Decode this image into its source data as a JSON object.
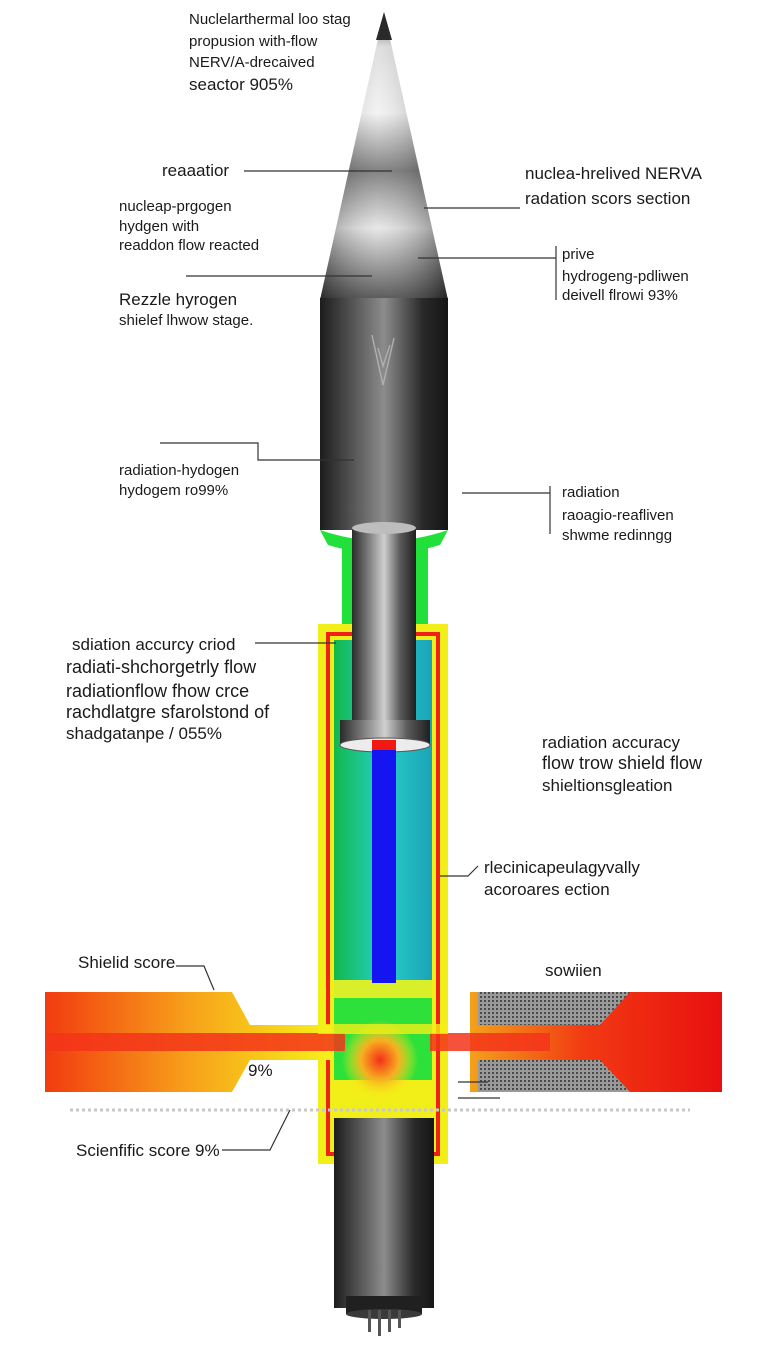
{
  "title_block": [
    "Nuclelarthermal loo stag",
    "propusion with-flow",
    "NERV/A-drecaived",
    "seactor   905%"
  ],
  "left_labels": {
    "reaaatior": "reaaatior",
    "nuclear_block": [
      "nucleap-prgogen",
      "hydgen with",
      "readdon flow reacted"
    ],
    "rezzle_block": [
      "Rezzle hyrogen",
      "shielef lhwow stage."
    ],
    "radiation_hydrogen": [
      "radiation-hydogen",
      "hydogem ro99%"
    ],
    "accuracy_block": [
      "sdiation accurcy criod",
      "radiati-shchorgetrly flow",
      "radiationflow fhow crce",
      "rachdlatgre sfarolstond of",
      "shadgatanpe / 055%"
    ],
    "shield_score": "Shielid score",
    "percent": "9%",
    "scientific_score": "Scienfific score 9%"
  },
  "right_labels": {
    "nerva_block": [
      "nuclea-hrelived NERVA",
      "radation scors section"
    ],
    "prive_block": [
      "prive",
      "hydrogeng-pdliwen",
      "deivell flrowi 93%"
    ],
    "radiation_block": [
      "radiation",
      "raoagio-reafliven",
      "shwme redinngg"
    ],
    "accuracy_flow_block": [
      "radiation accuracy",
      "flow trow shield flow",
      "shieltionsgleation"
    ],
    "mechanical_block": [
      "rlecinicapeulagyvally",
      "acoroares ection"
    ],
    "sowiien": "sowiien"
  },
  "colors": {
    "nose_light": "#e6e6e6",
    "nose_dark": "#2b2b2b",
    "body_dark": "#2e2e2e",
    "green": "#22e03a",
    "cyan": "#22c3b8",
    "blue_rod": "#1515f2",
    "red": "#f01a10",
    "yellow": "#f2ef18",
    "orange": "#f57a10"
  },
  "icons": [
    "nose-cone",
    "engine-nozzle",
    "exhaust-pins"
  ]
}
